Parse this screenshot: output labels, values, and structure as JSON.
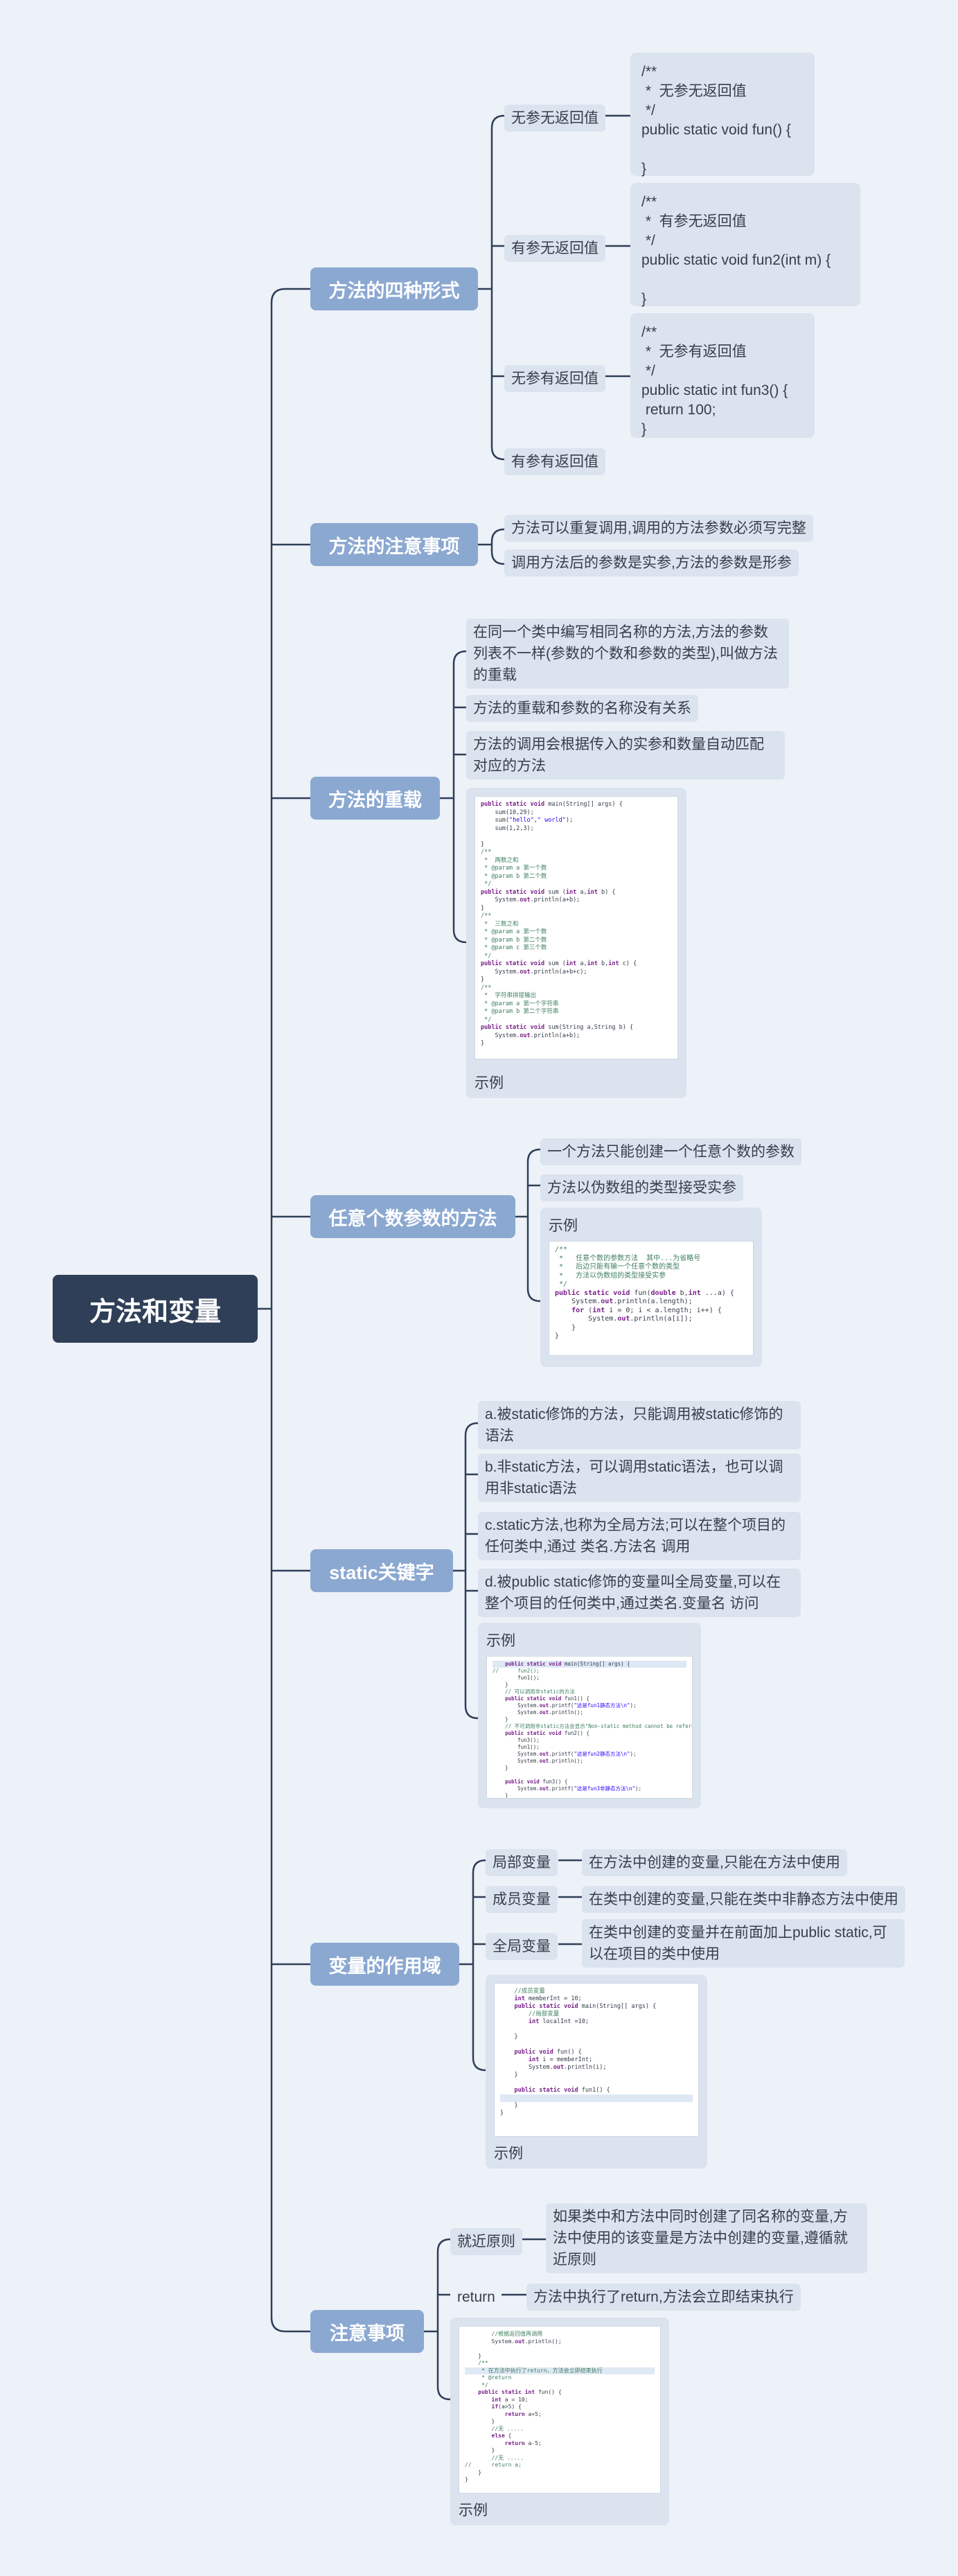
{
  "root": "方法和变量",
  "branches": {
    "forms": {
      "label": "方法的四种形式",
      "items": [
        "无参无返回值",
        "有参无返回值",
        "无参有返回值",
        "有参有返回值"
      ],
      "code1": "/**\n *  无参无返回值\n */\npublic static void fun() {\n\n}",
      "code2": "/**\n *  有参无返回值\n */\npublic static void fun2(int m) {\n\n}",
      "code3": "/**\n *  无参有返回值\n */\npublic static int fun3() {\n return 100;\n}"
    },
    "notes": {
      "label": "方法的注意事项",
      "items": [
        "方法可以重复调用,调用的方法参数必须写完整",
        "调用方法后的参数是实参,方法的参数是形参"
      ]
    },
    "overload": {
      "label": "方法的重载",
      "items": [
        "在同一个类中编写相同名称的方法,方法的参数列表不一样(参数的个数和参数的类型),叫做方法的重载",
        "方法的重载和参数的名称没有关系",
        "方法的调用会根据传入的实参和数量自动匹配对应的方法"
      ],
      "example": "示例"
    },
    "varargs": {
      "label": "任意个数参数的方法",
      "items": [
        "一个方法只能创建一个任意个数的参数",
        "方法以伪数组的类型接受实参"
      ],
      "example": "示例"
    },
    "static": {
      "label": "static关键字",
      "items": [
        "a.被static修饰的方法，只能调用被static修饰的语法",
        "b.非static方法，可以调用static语法，也可以调用非static语法",
        "c.static方法,也称为全局方法;可以在整个项目的任何类中,通过 类名.方法名 调用",
        "d.被public static修饰的变量叫全局变量,可以在整个项目的任何类中,通过类名.变量名 访问"
      ],
      "example": "示例"
    },
    "scope": {
      "label": "变量的作用域",
      "local": "局部变量",
      "local_desc": "在方法中创建的变量,只能在方法中使用",
      "member": "成员变量",
      "member_desc": "在类中创建的变量,只能在类中非静态方法中使用",
      "global": "全局变量",
      "global_desc": "在类中创建的变量并在前面加上public static,可以在项目的类中使用",
      "example": "示例"
    },
    "attention": {
      "label": "注意事项",
      "near": "就近原则",
      "near_desc": "如果类中和方法中同时创建了同名称的变量,方法中使用的该变量是方法中创建的变量,遵循就近原则",
      "ret": "return",
      "ret_desc": "方法中执行了return,方法会立即结束执行",
      "example": "示例"
    }
  },
  "colors": {
    "root": "#2f3f58",
    "branch": "#8ba8d1",
    "leaf": "#dbe3ee",
    "edge": "#2f3f58",
    "background": "#edf2f8"
  }
}
